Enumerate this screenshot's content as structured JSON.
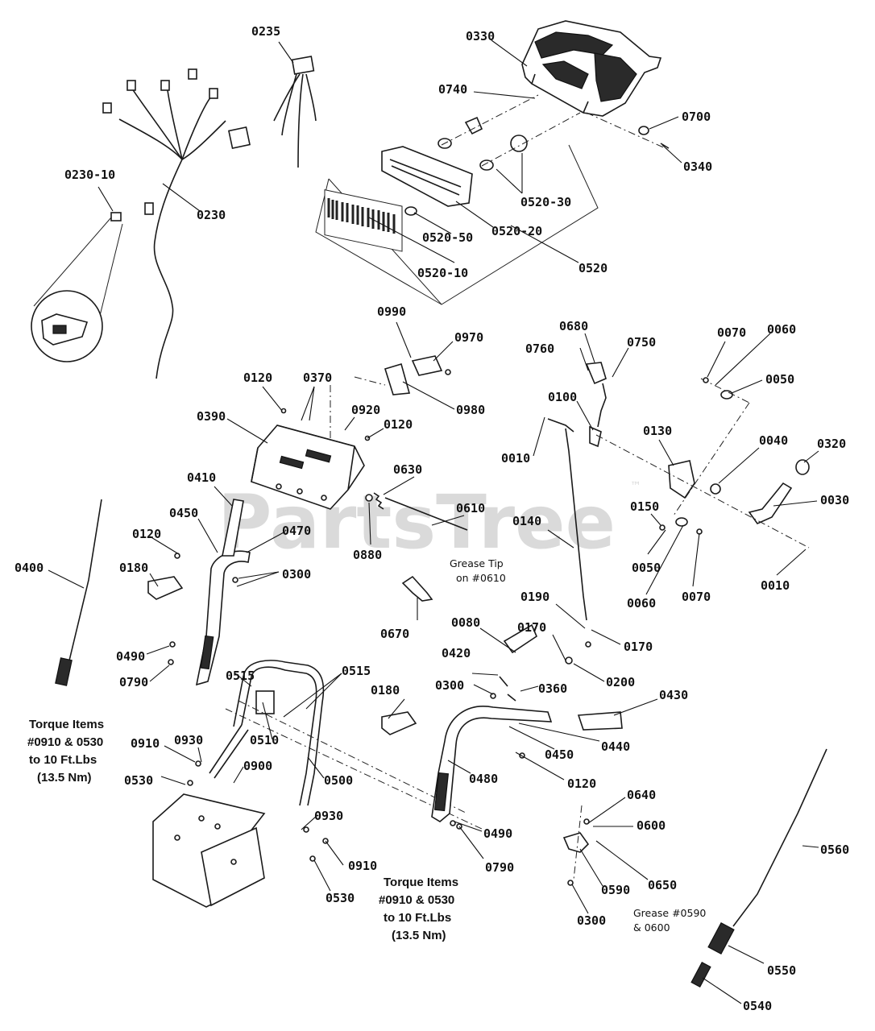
{
  "watermark": {
    "brand": "PartsTree",
    "trademark": "™"
  },
  "callouts": {
    "c0235": "0235",
    "c0330": "0330",
    "c0740": "0740",
    "c0700": "0700",
    "c0340": "0340",
    "c0230_10": "0230-10",
    "c0230": "0230",
    "c0520_30": "0520-30",
    "c0520_50": "0520-50",
    "c0520_20": "0520-20",
    "c0520_10": "0520-10",
    "c0520": "0520",
    "c0990": "0990",
    "c0970": "0970",
    "c0980": "0980",
    "c0680": "0680",
    "c0760": "0760",
    "c0750": "0750",
    "c0070a": "0070",
    "c0060a": "0060",
    "c0050a": "0050",
    "c0120a": "0120",
    "c0370": "0370",
    "c0390": "0390",
    "c0920": "0920",
    "c0120b": "0120",
    "c0100": "0100",
    "c0010a": "0010",
    "c0130": "0130",
    "c0040": "0040",
    "c0320": "0320",
    "c0630": "0630",
    "c0410": "0410",
    "c0610": "0610",
    "c0140": "0140",
    "c0150": "0150",
    "c0030": "0030",
    "c0450a": "0450",
    "c0120c": "0120",
    "c0470": "0470",
    "c0880": "0880",
    "c0050b": "0050",
    "c0010b": "0010",
    "c0400": "0400",
    "c0180a": "0180",
    "c0300a": "0300",
    "c0060b": "0060",
    "c0070b": "0070",
    "c0670": "0670",
    "c0190": "0190",
    "c0170a": "0170",
    "c0170b": "0170",
    "c0080": "0080",
    "c0490a": "0490",
    "c0790a": "0790",
    "c0515a": "0515",
    "c0515b": "0515",
    "c0420": "0420",
    "c0200": "0200",
    "c0300b": "0300",
    "c0360": "0360",
    "c0180b": "0180",
    "c0430": "0430",
    "c0510": "0510",
    "c0910a": "0910",
    "c0930a": "0930",
    "c0440": "0440",
    "c0450b": "0450",
    "c0900": "0900",
    "c0530a": "0530",
    "c0500": "0500",
    "c0480": "0480",
    "c0120d": "0120",
    "c0640": "0640",
    "c0560": "0560",
    "c0930b": "0930",
    "c0600": "0600",
    "c0490b": "0490",
    "c0910b": "0910",
    "c0790b": "0790",
    "c0650": "0650",
    "c0530b": "0530",
    "c0590": "0590",
    "c0300c": "0300",
    "c0550": "0550",
    "c0540": "0540"
  },
  "notes": {
    "grease_tip_line1": "Grease Tip",
    "grease_tip_line2": "on #0610",
    "grease_0590_line1": "Grease #0590",
    "grease_0590_line2": "& 0600",
    "torque_left": [
      "Torque Items",
      "#0910 & 0530",
      "to 10 Ft.Lbs",
      "(13.5 Nm)"
    ],
    "torque_center": [
      "Torque Items",
      "#0910 & 0530",
      "to 10 Ft.Lbs",
      "(13.5 Nm)"
    ]
  }
}
